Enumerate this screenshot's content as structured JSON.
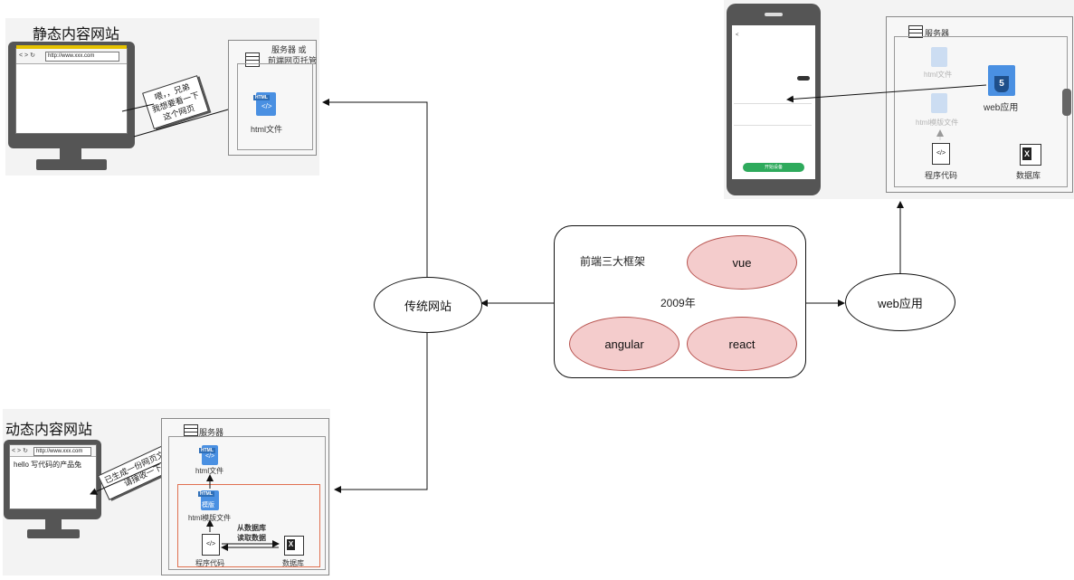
{
  "static_site": {
    "title": "静态内容网站",
    "url": "http://www.xxx.com",
    "server_label_line1": "服务器 或",
    "server_label_line2": "前端网页托管",
    "file_label": "html文件",
    "file_tag": "HTML",
    "note_line1": "喂，，兄弟",
    "note_line2": "我想要看一下",
    "note_line3": "这个网页"
  },
  "dynamic_site": {
    "title": "动态内容网站",
    "url": "http://www.xxx.com",
    "screen_text": "hello 写代码的产品兔",
    "server_label": "服务器",
    "file_label": "html文件",
    "template_label": "html模版文件",
    "template_tag": "模版",
    "file_tag": "HTML",
    "code_label": "程序代码",
    "db_label": "数据库",
    "db_read_line1": "从数据库",
    "db_read_line2": "读取数据",
    "note_line1": "已生成一份网页文件",
    "note_line2": "请接收一下"
  },
  "web_app": {
    "server_label": "服务器",
    "faded_file_label": "html文件",
    "faded_template_label": "html模版文件",
    "app_label": "web应用",
    "code_label": "程序代码",
    "db_label": "数据库",
    "phone_button": "开始设备"
  },
  "center": {
    "frameworks_title": "前端三大框架",
    "year": "2009年",
    "vue": "vue",
    "angular": "angular",
    "react": "react",
    "traditional": "传统网站",
    "webapp": "web应用"
  },
  "colors": {
    "framework_fill": "#f4cccc",
    "framework_stroke": "#b85450",
    "html_blue": "#4a90e2",
    "phone_green": "#2eaa5c",
    "panel_bg": "#f3f3f3"
  }
}
